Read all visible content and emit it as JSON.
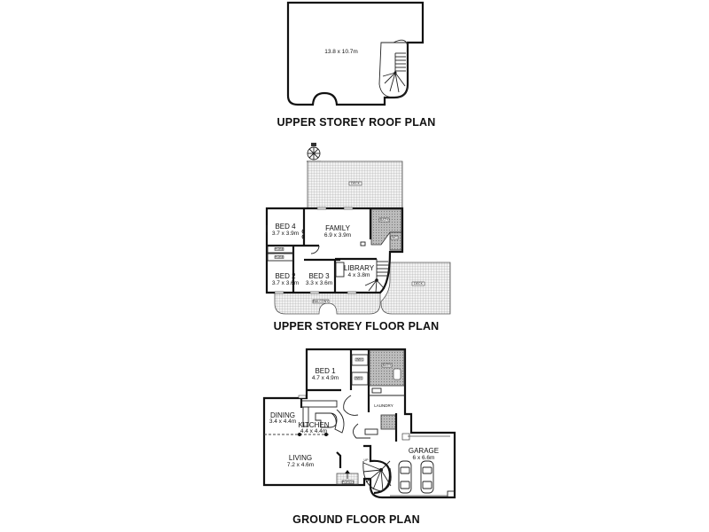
{
  "roof_plan": {
    "title": "UPPER STOREY ROOF PLAN",
    "dimension": "13.8 x 10.7m"
  },
  "upper_floor": {
    "title": "UPPER STOREY FLOOR PLAN",
    "rooms": [
      {
        "name": "BED 4",
        "size": "3.7 x 3.9m"
      },
      {
        "name": "FAMILY",
        "size": "6.9 x 3.9m"
      },
      {
        "name": "BED 2",
        "size": "3.7 x 3.6m"
      },
      {
        "name": "BED 3",
        "size": "3.3 x 3.6m"
      },
      {
        "name": "LIBRARY",
        "size": "4 x 3.8m"
      }
    ],
    "labels": {
      "deck_top": "DECK",
      "deck_right": "DECK",
      "balcony": "BALCONY",
      "bath": "BATH",
      "wc": "WC",
      "robe1": "ROBE",
      "robe2": "ROBE",
      "robe3": "ROBE",
      "fan_label": "FAN"
    }
  },
  "ground_floor": {
    "title": "GROUND FLOOR PLAN",
    "rooms": [
      {
        "name": "BED 1",
        "size": "4.7 x 4.9m"
      },
      {
        "name": "DINING",
        "size": "3.4 x 4.4m"
      },
      {
        "name": "KITCHEN",
        "size": "4.4 x 4.4m"
      },
      {
        "name": "LIVING",
        "size": "7.2 x 4.6m"
      },
      {
        "name": "GARAGE",
        "size": "6 x 6.6m"
      }
    ],
    "labels": {
      "laundry": "LAUNDRY",
      "porch": "PORCH",
      "bath": "BATH",
      "wc": "WC",
      "wir1": "WIR",
      "wir2": "WIR",
      "ens": "ENS",
      "store": "STORE",
      "linen": "LINEN",
      "up": "UP"
    }
  }
}
